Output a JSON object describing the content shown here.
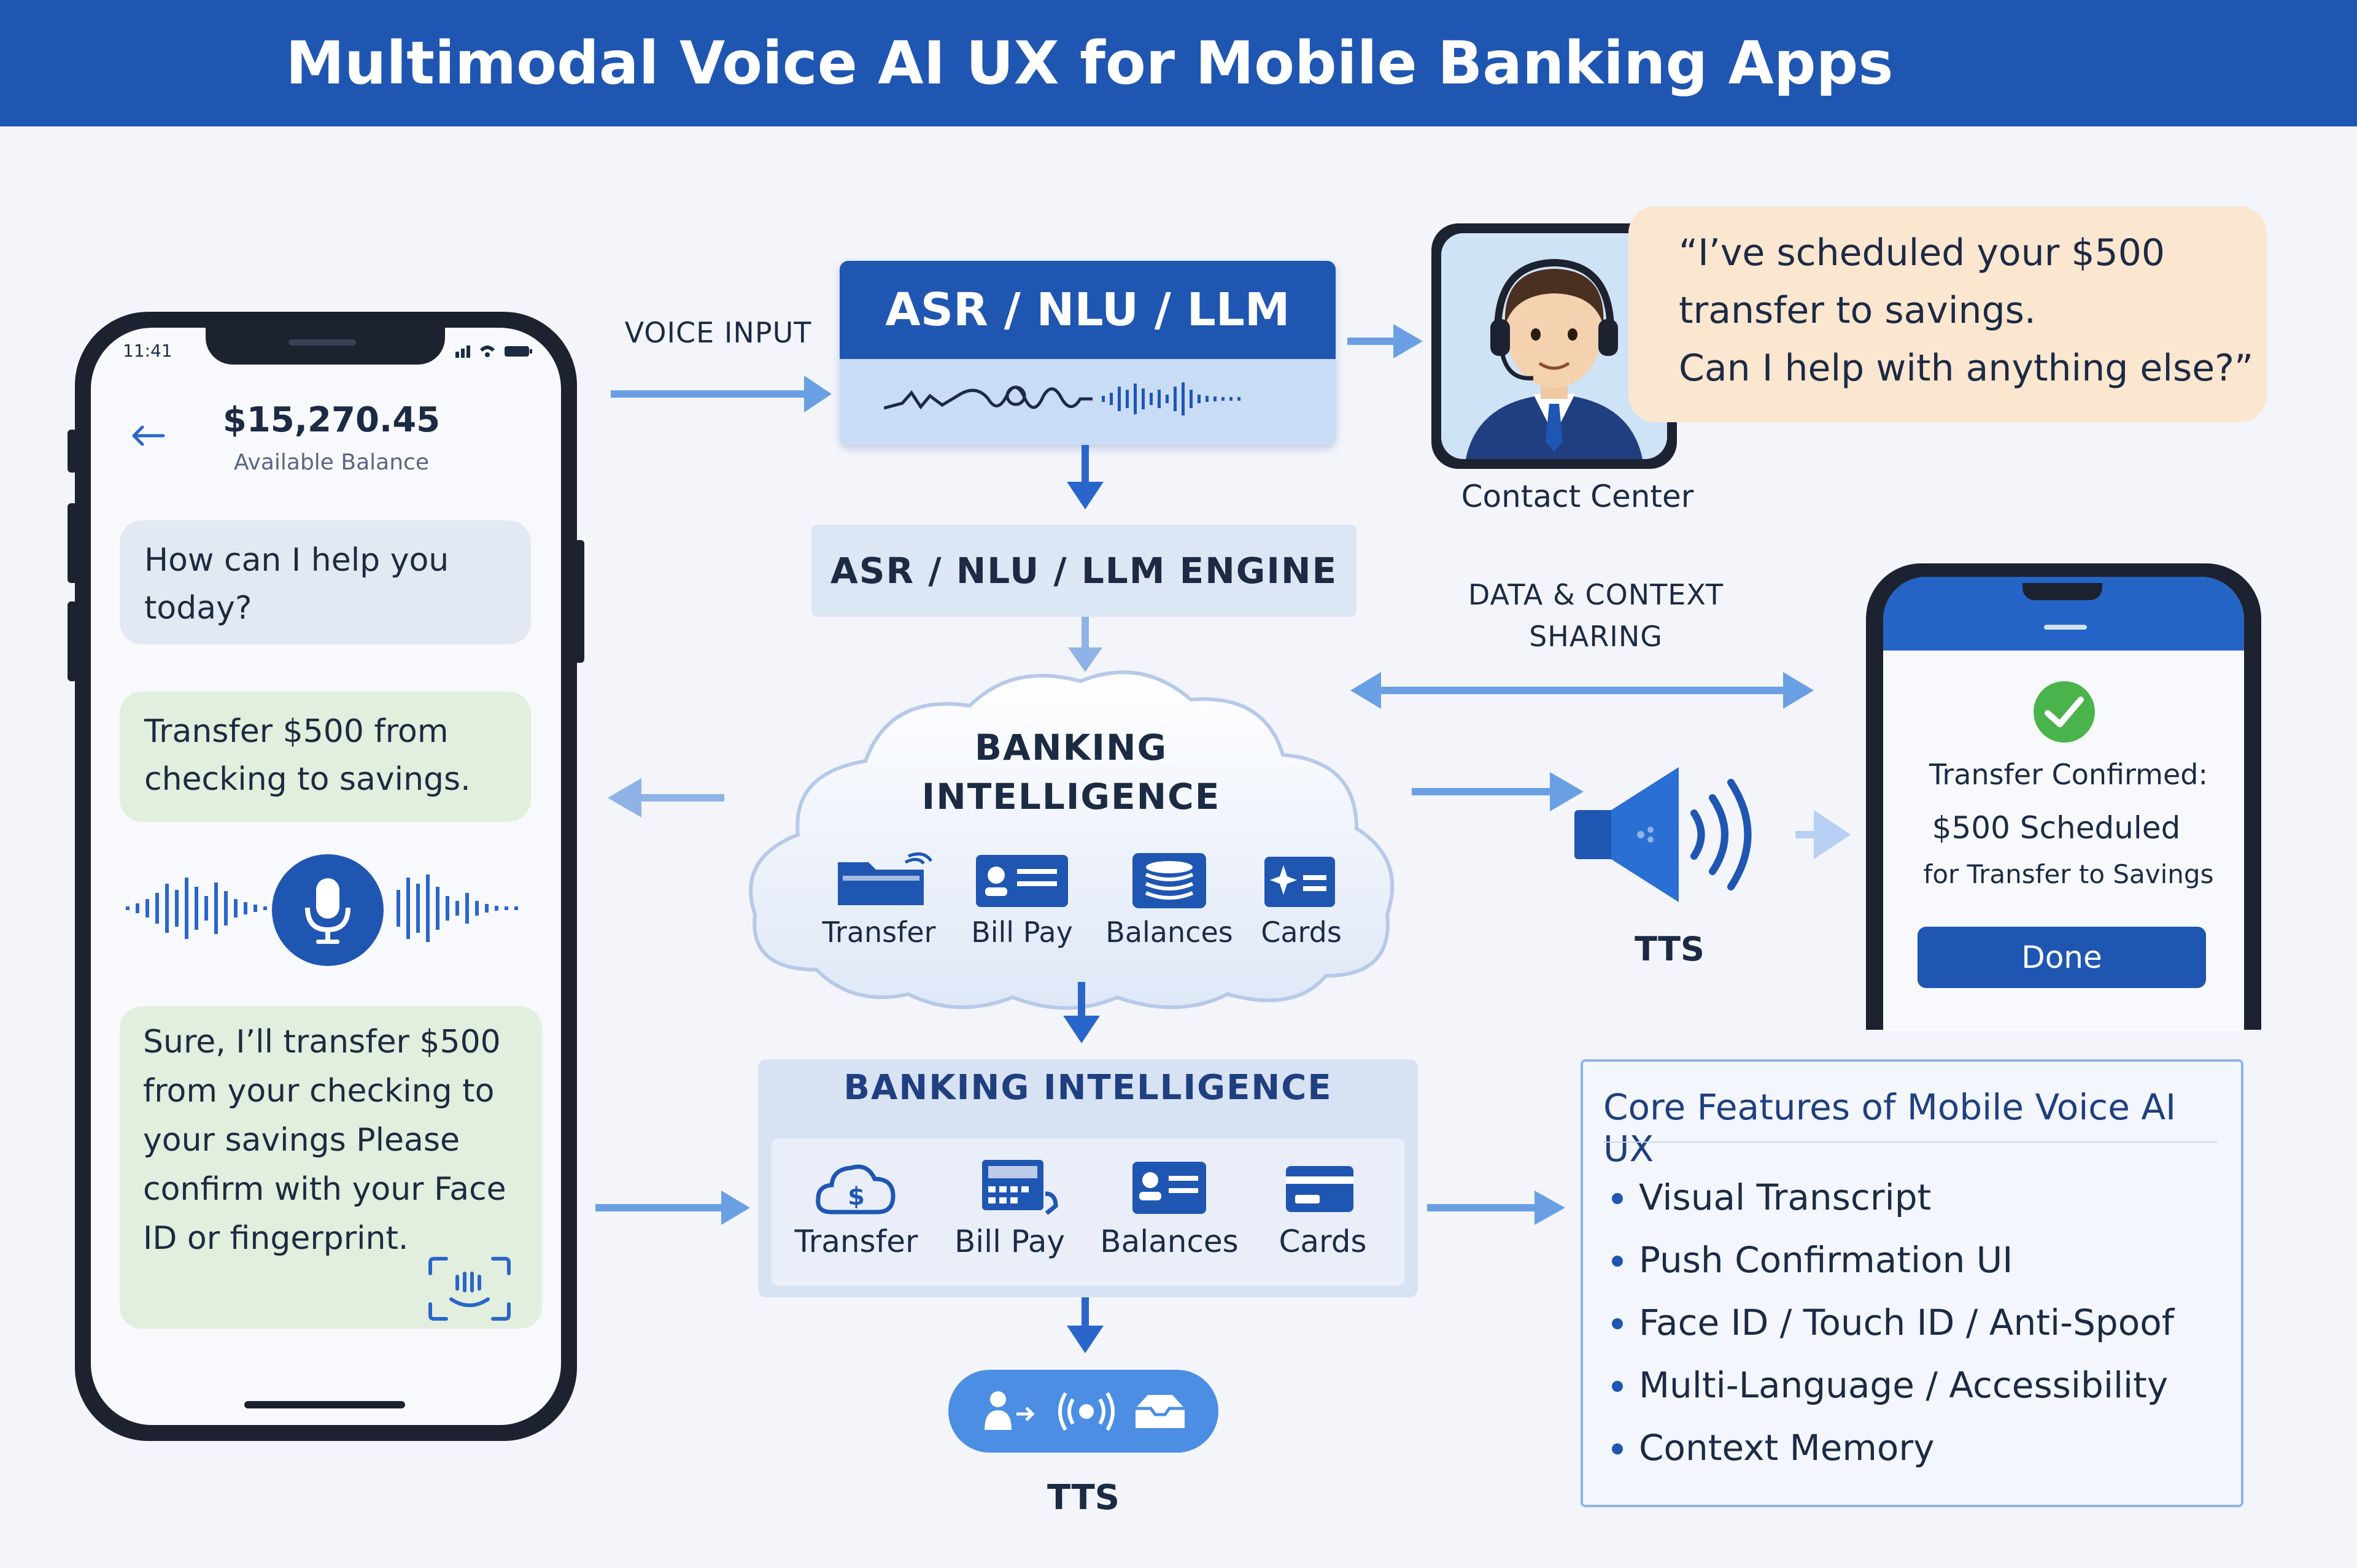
{
  "header": {
    "title": "Multimodal Voice AI UX for Mobile Banking Apps"
  },
  "left_phone": {
    "time": "11:41",
    "balance_amount": "$15,270.45",
    "balance_label": "Available Balance",
    "messages": [
      {
        "text": "How can I help you today?"
      },
      {
        "text": "Transfer $500 from checking to savings."
      },
      {
        "text": "Sure, I’ll transfer $500 from your checking to your savings Please confirm with your Face ID or fingerprint."
      }
    ]
  },
  "flow": {
    "voice_input_label": "VOICE INPUT",
    "asr_title": "ASR / NLU / LLM",
    "engine_title": "ASR / NLU / LLM ENGINE",
    "data_sharing_label": "DATA & CONTEXT SHARING",
    "cloud_title": "BANKING INTELLIGENCE",
    "cloud_items": [
      {
        "label": "Transfer",
        "icon": "folder-transfer-icon"
      },
      {
        "label": "Bill Pay",
        "icon": "bill-card-icon"
      },
      {
        "label": "Balances",
        "icon": "coin-stack-icon"
      },
      {
        "label": "Cards",
        "icon": "card-sparkle-icon"
      }
    ],
    "tts_label": "TTS",
    "bank_box_title": "BANKING INTELLIGENCE",
    "bank_items": [
      {
        "label": "Transfer",
        "icon": "cloud-dollar-icon"
      },
      {
        "label": "Bill Pay",
        "icon": "bill-terminal-icon"
      },
      {
        "label": "Balances",
        "icon": "id-card-icon"
      },
      {
        "label": "Cards",
        "icon": "credit-card-icon"
      }
    ],
    "bottom_tts_label": "TTS"
  },
  "agent": {
    "speech_lines": [
      "“I’ve scheduled your $500",
      "transfer to savings.",
      "Can I help with anything else?”"
    ],
    "label": "Contact Center"
  },
  "right_phone": {
    "confirm_title": "Transfer Confirmed:",
    "confirm_amount": "$500 Scheduled",
    "confirm_detail": "for Transfer to Savings",
    "done_label": "Done"
  },
  "features": {
    "title": "Core Features of Mobile Voice AI UX",
    "items": [
      "Visual Transcript",
      "Push Confirmation UI",
      "Face ID / Touch ID / Anti-Spoof",
      "Multi-Language / Accessibility",
      "Context Memory"
    ]
  },
  "colors": {
    "primary": "#1f56b2",
    "arrow": "#6a9fe3",
    "success": "#4bb34b",
    "speech_bubble": "#fbe6cf"
  }
}
